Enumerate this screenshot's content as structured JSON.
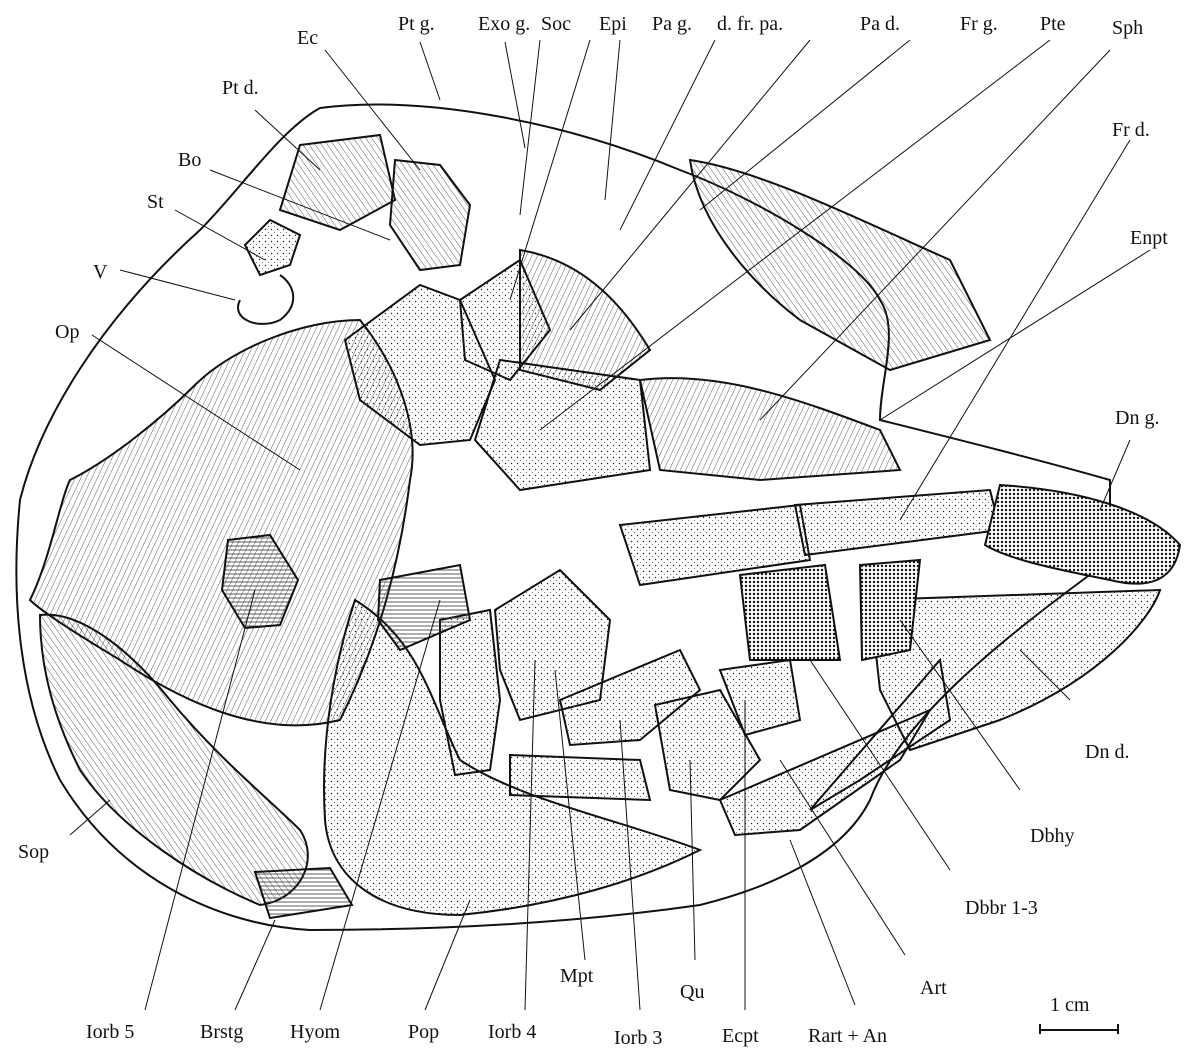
{
  "labels": {
    "pt_g": "Pt g.",
    "exo_g": "Exo g.",
    "soc": "Soc",
    "epi": "Epi",
    "pa_g": "Pa g.",
    "d_fr_pa": "d. fr. pa.",
    "pa_d": "Pa d.",
    "fr_g": "Fr g.",
    "pte": "Pte",
    "sph": "Sph",
    "ec": "Ec",
    "pt_d": "Pt d.",
    "fr_d": "Fr d.",
    "bo": "Bo",
    "enpt": "Enpt",
    "st": "St",
    "v": "V",
    "op": "Op",
    "dn_g": "Dn g.",
    "dn_d": "Dn d.",
    "dbhy": "Dbhy",
    "sop": "Sop",
    "dbbr": "Dbbr 1-3",
    "art": "Art",
    "mpt": "Mpt",
    "qu": "Qu",
    "iorb5": "Iorb 5",
    "brstg": "Brstg",
    "hyom": "Hyom",
    "pop": "Pop",
    "iorb4": "Iorb 4",
    "iorb3": "Iorb 3",
    "ecpt": "Ecpt",
    "rart_an": "Rart + An"
  },
  "scale_bar": {
    "label": "1  cm"
  }
}
